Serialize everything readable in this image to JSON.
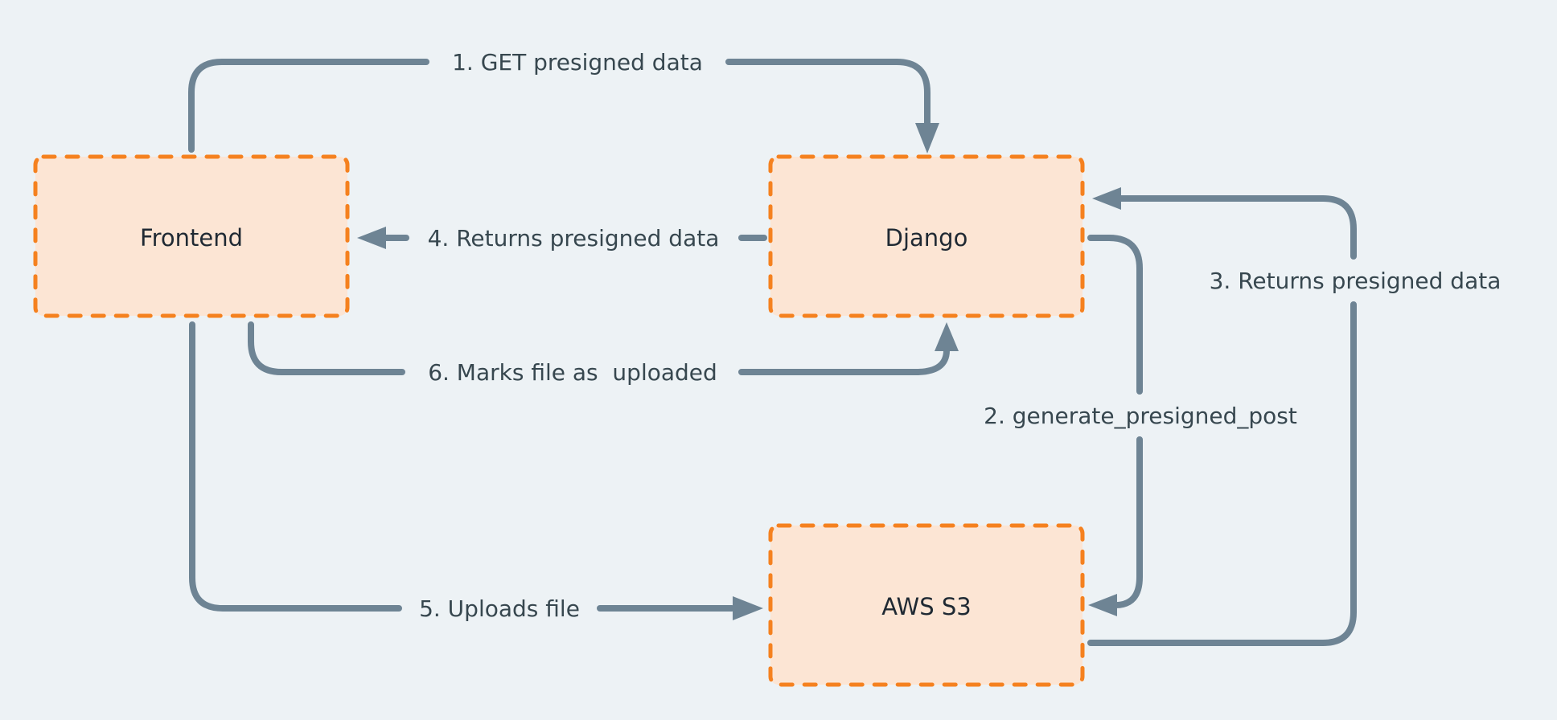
{
  "colors": {
    "background": "#edf2f5",
    "node_fill": "#fce5d4",
    "node_border": "#f5811f",
    "arrow": "#6e8494",
    "arrow_label_text": "#37474f",
    "node_label_text": "#1f2933"
  },
  "nodes": [
    {
      "id": "frontend",
      "label": "Frontend"
    },
    {
      "id": "django",
      "label": "Django"
    },
    {
      "id": "aws-s3",
      "label": "AWS S3"
    }
  ],
  "arrows": [
    {
      "id": "1",
      "label": "1. GET presigned data",
      "from": "frontend",
      "to": "django"
    },
    {
      "id": "2",
      "label": "2. generate_presigned_post",
      "from": "django",
      "to": "aws-s3"
    },
    {
      "id": "3",
      "label": "3. Returns presigned data",
      "from": "aws-s3",
      "to": "django"
    },
    {
      "id": "4",
      "label": "4. Returns presigned data",
      "from": "django",
      "to": "frontend"
    },
    {
      "id": "5",
      "label": "5. Uploads file",
      "from": "frontend",
      "to": "aws-s3"
    },
    {
      "id": "6",
      "label": "6. Marks file as  uploaded",
      "from": "frontend",
      "to": "django"
    }
  ]
}
